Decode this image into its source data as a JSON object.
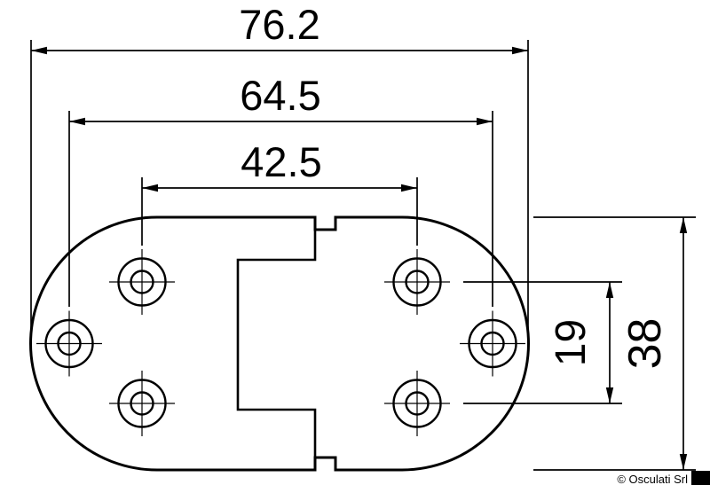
{
  "drawing": {
    "kind": "hinge-technical-dimension-drawing",
    "dims": {
      "overall_width": "76.2",
      "hole_span_outer": "64.5",
      "hole_span_inner": "42.5",
      "hole_row_spacing": "19",
      "overall_height": "38"
    },
    "watermark": "© Osculati Srl"
  },
  "colors": {
    "ink": "#000000",
    "paper": "#ffffff"
  }
}
